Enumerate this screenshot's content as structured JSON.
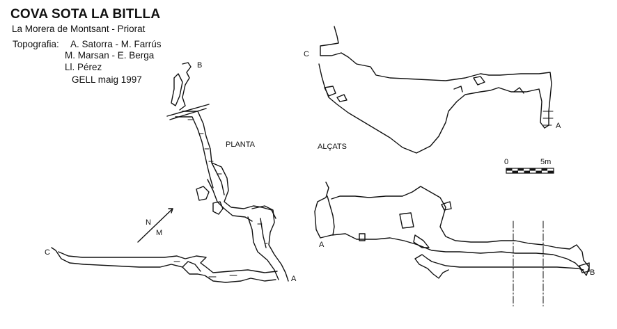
{
  "header": {
    "title": "COVA SOTA LA BITLLA",
    "location": "La Morera de Montsant - Priorat",
    "topography_label": "Topografia:",
    "credits": [
      "A. Satorra - M. Farrús",
      "M. Marsan - E. Berga",
      "Ll. Pérez",
      "GELL  maig 1997"
    ]
  },
  "plan": {
    "label": "PLANTA",
    "points": {
      "a": "A",
      "b": "B",
      "c": "C"
    },
    "north": "N",
    "magnetic": "M"
  },
  "sections": {
    "label": "ALÇATS",
    "upper_points": {
      "c": "C",
      "a": "A"
    },
    "lower_points": {
      "a": "A",
      "b": "B"
    }
  },
  "scale": {
    "start": "0",
    "end": "5m"
  },
  "colors": {
    "ink": "#111111",
    "background": "#ffffff"
  }
}
